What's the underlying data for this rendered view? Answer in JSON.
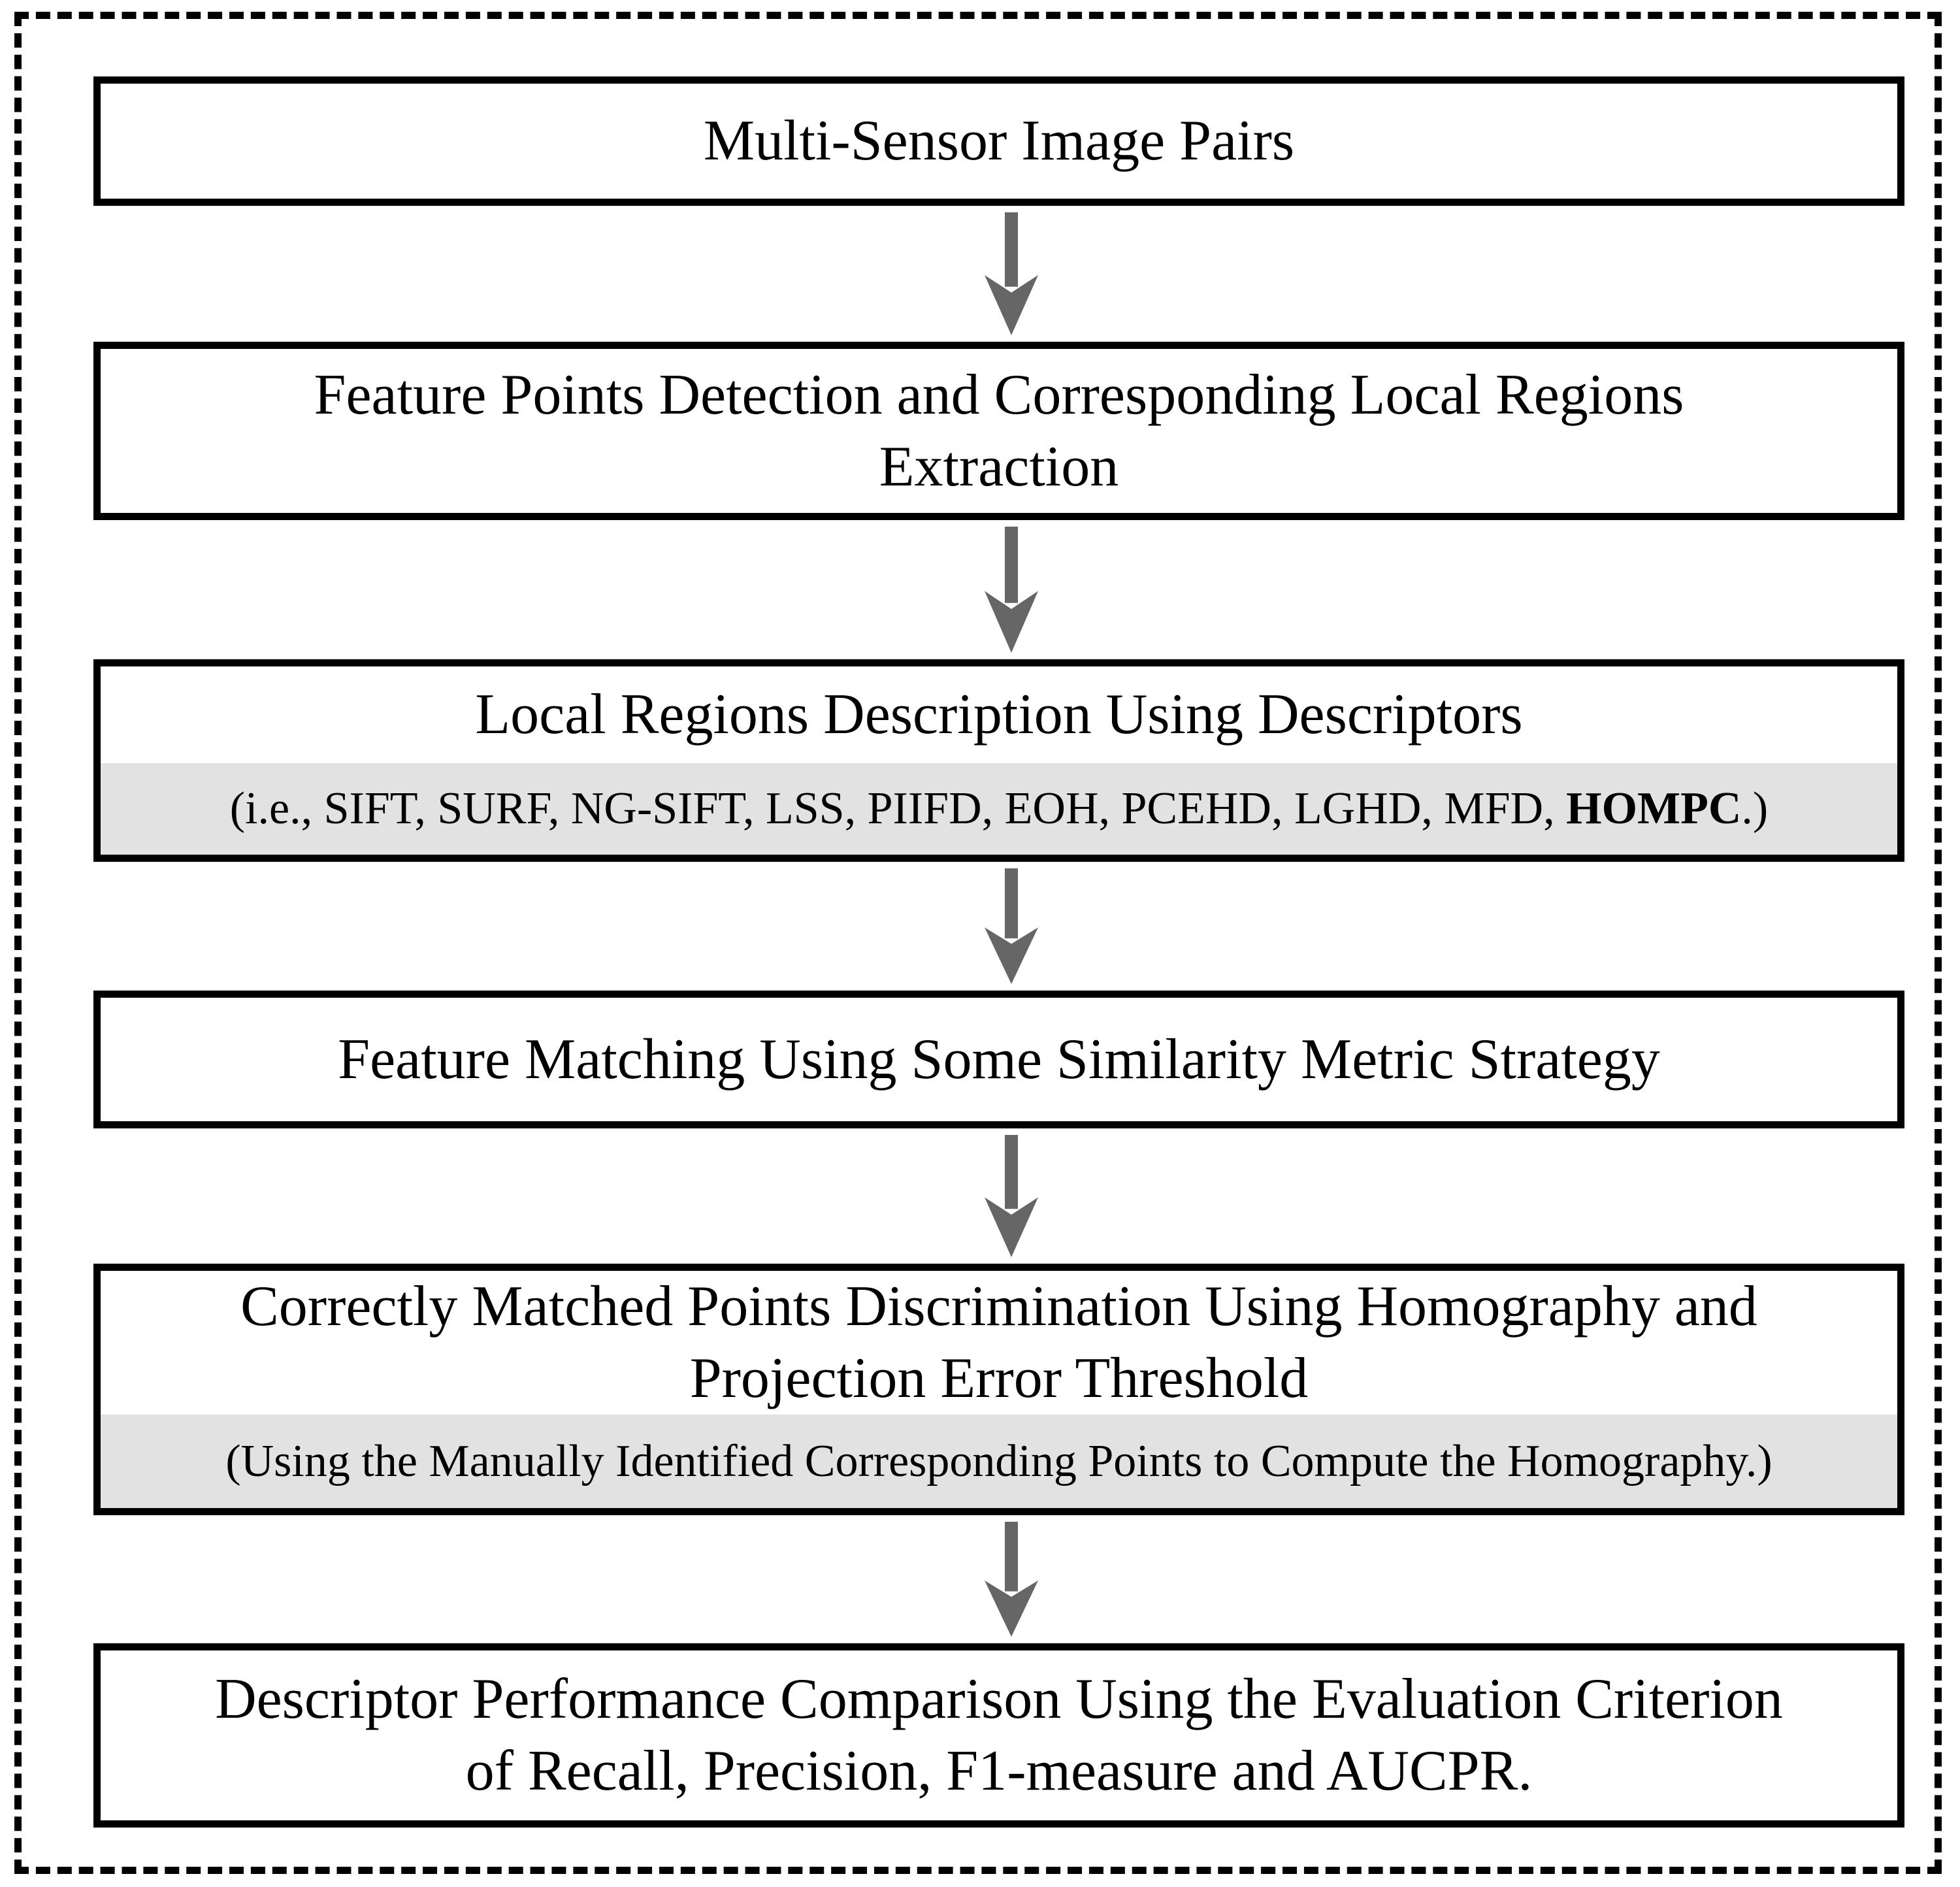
{
  "colors": {
    "background": "#ffffff",
    "text": "#000000",
    "box_border": "#000000",
    "frame_border": "#000000",
    "note_band_bg": "#e2e2e2",
    "arrow": "#666666"
  },
  "flowchart": {
    "boxes": [
      {
        "title": "Multi-Sensor Image Pairs"
      },
      {
        "title": "Feature Points Detection and Corresponding Local Regions\nExtraction"
      },
      {
        "title": "Local Regions Description Using Descriptors",
        "note_prefix": "(i.e., SIFT, SURF, NG-SIFT, LSS, PIIFD, EOH, PCEHD, LGHD, MFD, ",
        "note_bold": "HOMPC",
        "note_suffix": ".)"
      },
      {
        "title": "Feature Matching Using Some Similarity Metric Strategy"
      },
      {
        "title": "Correctly Matched Points Discrimination Using Homography and\nProjection Error Threshold",
        "note": "(Using the Manually Identified Corresponding Points to Compute the Homography.)"
      },
      {
        "title": "Descriptor Performance Comparison Using the Evaluation Criterion\nof Recall, Precision, F1-measure and AUCPR."
      }
    ]
  }
}
